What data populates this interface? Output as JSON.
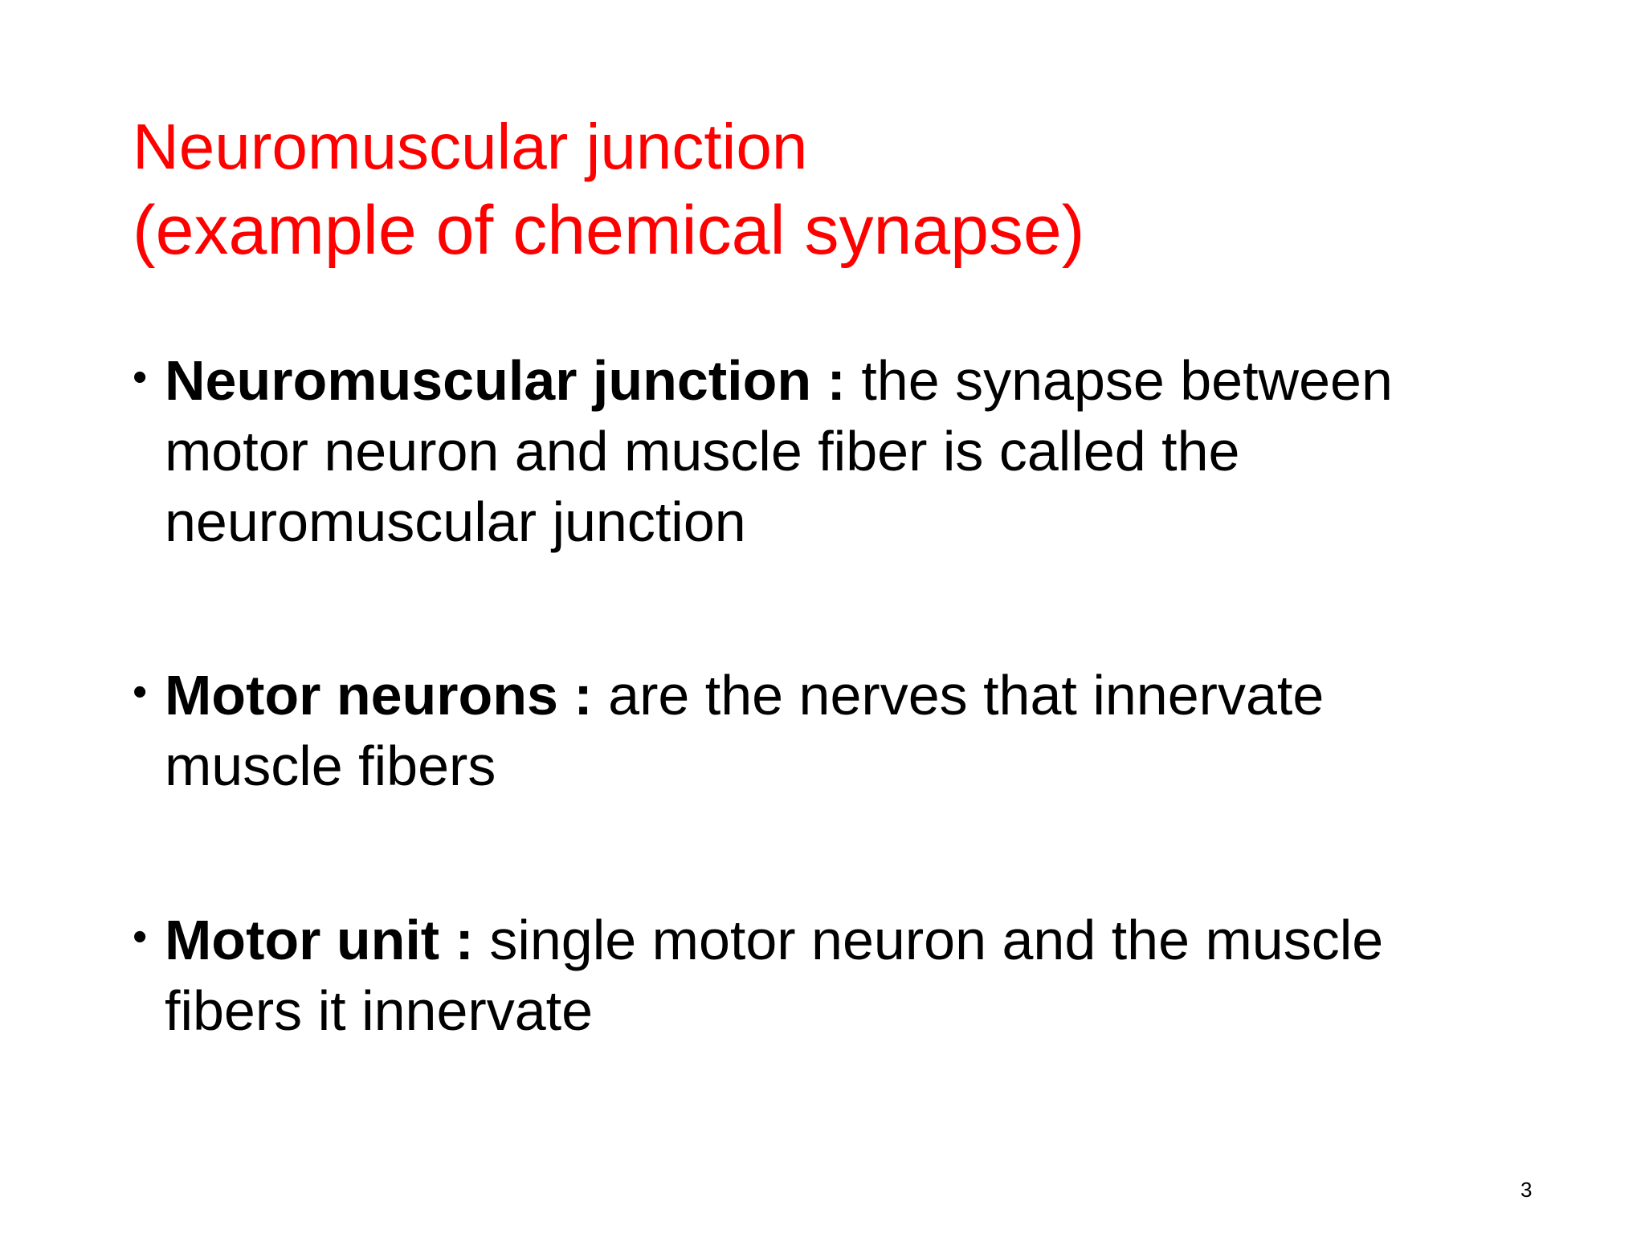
{
  "title": {
    "line1": "Neuromuscular junction",
    "line2": "(example of chemical synapse)"
  },
  "bullets": [
    {
      "term": "Neuromuscular junction :",
      "text": " the synapse between motor neuron and muscle fiber is called the neuromuscular junction"
    },
    {
      "term": "Motor neurons :",
      "text": " are the nerves that innervate muscle fibers"
    },
    {
      "term": "Motor unit :",
      "text": " single motor neuron and the muscle fibers it innervate"
    }
  ],
  "page_number": "3",
  "colors": {
    "title": "#ff0000",
    "body": "#000000",
    "background": "#ffffff"
  }
}
